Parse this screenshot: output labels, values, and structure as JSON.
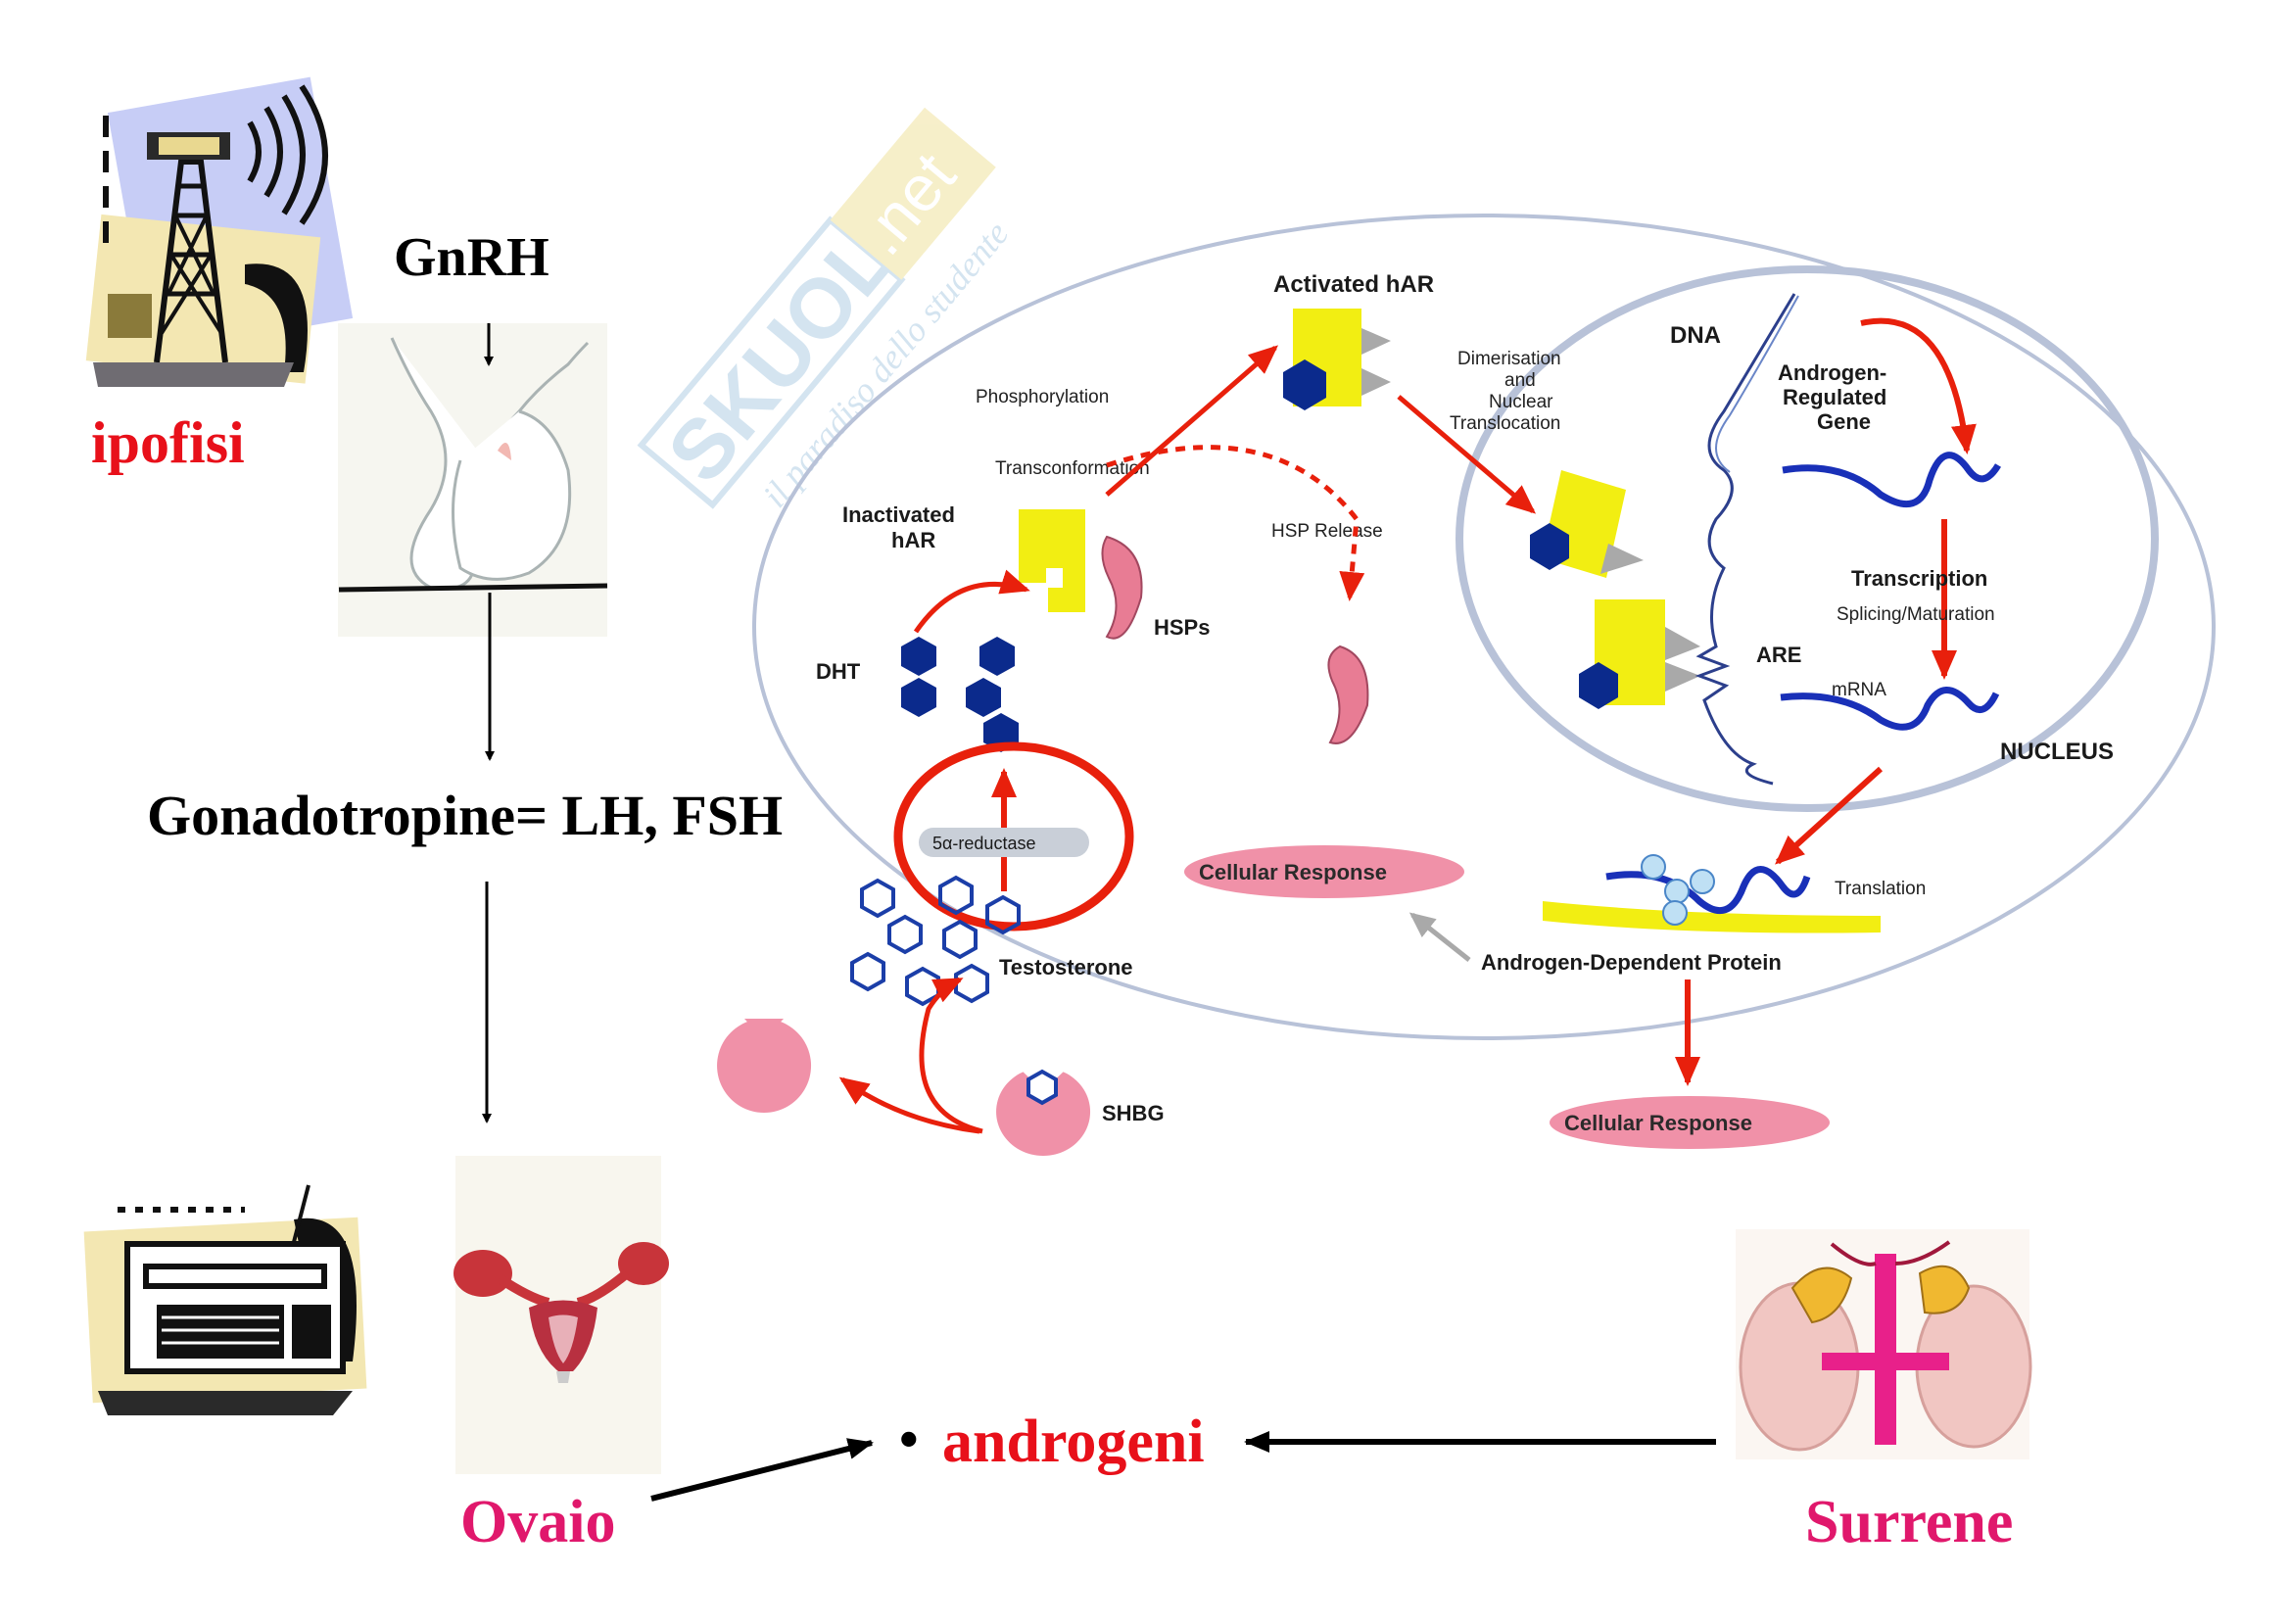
{
  "left_panel": {
    "gnrh": "GnRH",
    "ipofisi": "ipofisi",
    "gonadotropine": "Gonadotropine= LH, FSH",
    "bullet": "•",
    "androgeni": "androgeni",
    "ovaio": "Ovaio",
    "surrene": "Surrene"
  },
  "watermark": {
    "brand": "SKUOLA",
    "tld": ".net",
    "tagline": "il paradiso dello studente"
  },
  "cell_diagram": {
    "activated_har": "Activated hAR",
    "phosphorylation": "Phosphorylation",
    "transconformation": "Transconformation",
    "inactivated_har_1": "Inactivated",
    "inactivated_har_2": "hAR",
    "hsps": "HSPs",
    "hsp_release": "HSP Release",
    "dht": "DHT",
    "reductase": "5α-reductase",
    "testosterone": "Testosterone",
    "shbg": "SHBG",
    "dimerisation_1": "Dimerisation",
    "dimerisation_2": "and",
    "dimerisation_3": "Nuclear",
    "dimerisation_4": "Translocation",
    "dna": "DNA",
    "androgen_regulated_1": "Androgen-",
    "androgen_regulated_2": "Regulated",
    "androgen_regulated_3": "Gene",
    "transcription": "Transcription",
    "splicing": "Splicing/Maturation",
    "are": "ARE",
    "mrna": "mRNA",
    "nucleus": "NUCLEUS",
    "translation": "Translation",
    "cellular_response_1": "Cellular Response",
    "cellular_response_2": "Cellular Response",
    "androgen_dependent_protein": "Androgen-Dependent Protein"
  },
  "colors": {
    "red_label": "#e8101a",
    "magenta_label": "#e0186c",
    "arrow_red": "#e8200c",
    "receptor_yellow": "#f2ee12",
    "hsp_pink": "#e87c94",
    "hex_navy": "#0b2a8c",
    "membrane": "#b8c2d8",
    "watermark": "#c6dcec"
  }
}
